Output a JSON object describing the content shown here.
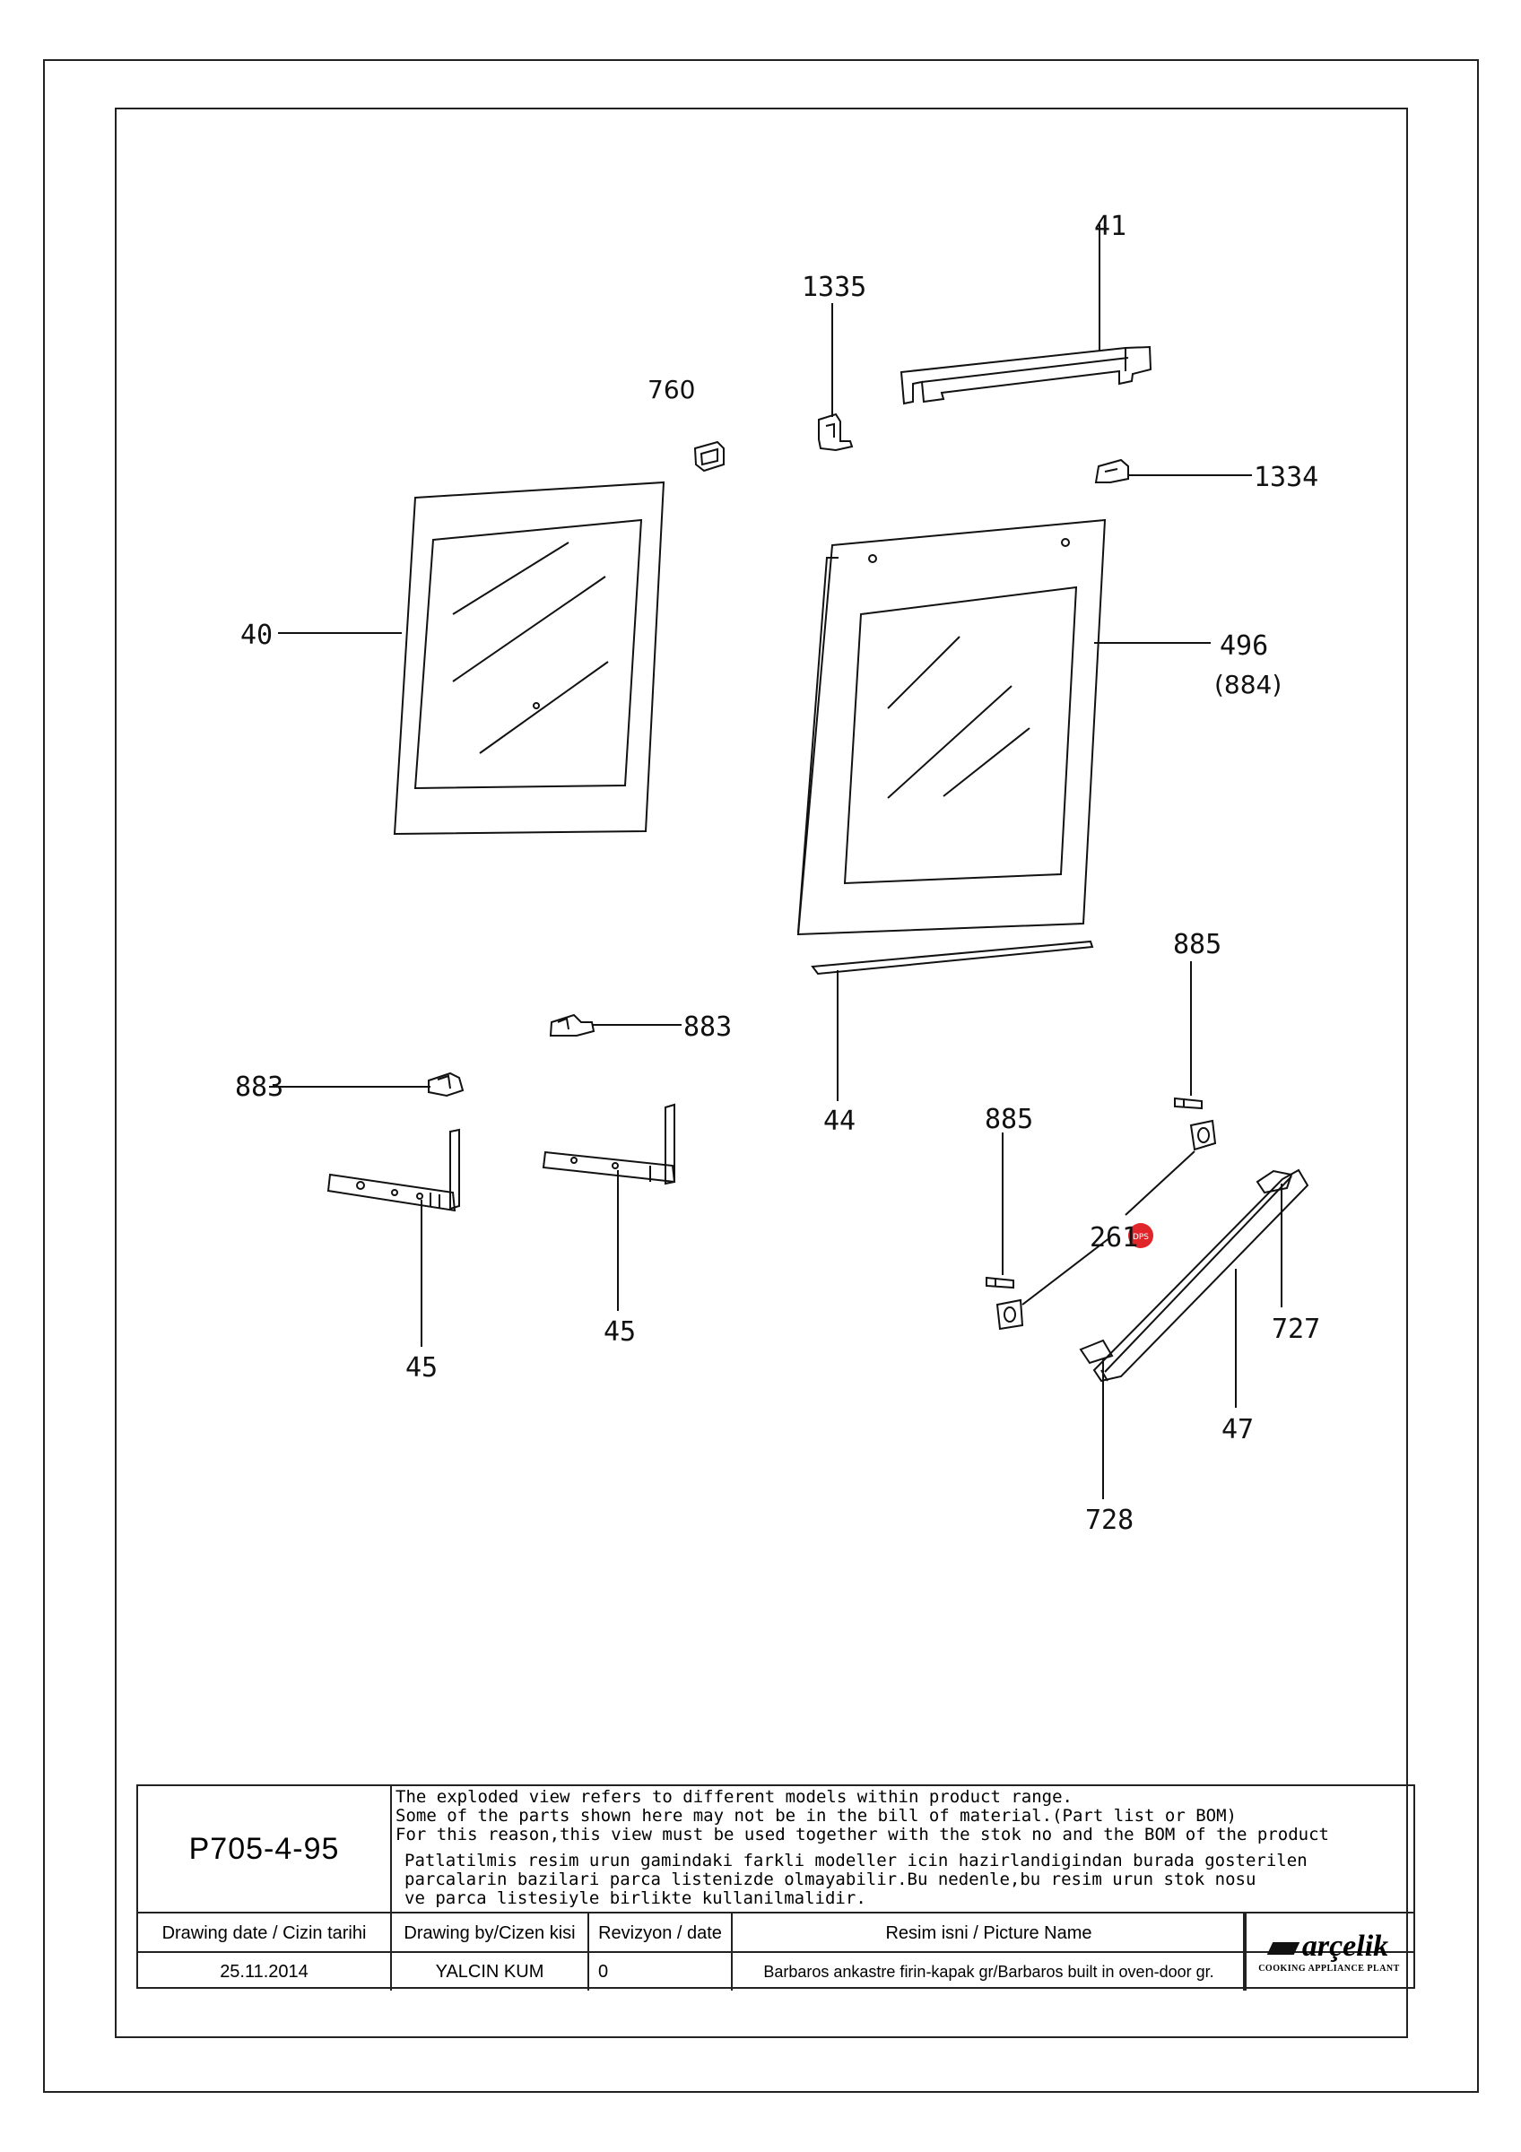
{
  "callouts": {
    "p41": "41",
    "p1335": "1335",
    "p760": "760",
    "p1334": "1334",
    "p40": "40",
    "p496": "496",
    "p884": "(884)",
    "p885a": "885",
    "p883a": "883",
    "p883b": "883",
    "p44": "44",
    "p885b": "885",
    "p261": "261",
    "dps": "DPS",
    "p45a": "45",
    "p45b": "45",
    "p727": "727",
    "p47": "47",
    "p728": "728"
  },
  "title_block": {
    "drawing_code": "P705-4-95",
    "note_en": [
      "The exploded view refers to different models within product range.",
      "Some of the parts shown here may not be in the bill of material.(Part list or BOM)",
      "For this reason,this view must be used together with the stok no and the BOM of the product"
    ],
    "note_tr": [
      "Patlatilmis resim urun gamindaki farkli modeller icin hazirlandigindan burada gosterilen",
      "parcalarin bazilari parca listenizde olmayabilir.Bu nedenle,bu resim urun stok nosu",
      "ve parca listesiyle birlikte kullanilmalidir."
    ],
    "headers": {
      "date": "Drawing date / Cizin tarihi",
      "by": "Drawing by/Cizen kisi",
      "rev": "Revizyon / date",
      "name": "Resim isni / Picture Name"
    },
    "values": {
      "date": "25.11.2014",
      "by": "YALCIN KUM",
      "rev": "0",
      "name": "Barbaros ankastre firin-kapak gr/Barbaros built in oven-door gr."
    },
    "logo": {
      "brand": "arçelik",
      "subtitle": "COOKING APPLIANCE PLANT"
    }
  },
  "colors": {
    "line": "#111111",
    "dps_badge": "#e0262b"
  }
}
